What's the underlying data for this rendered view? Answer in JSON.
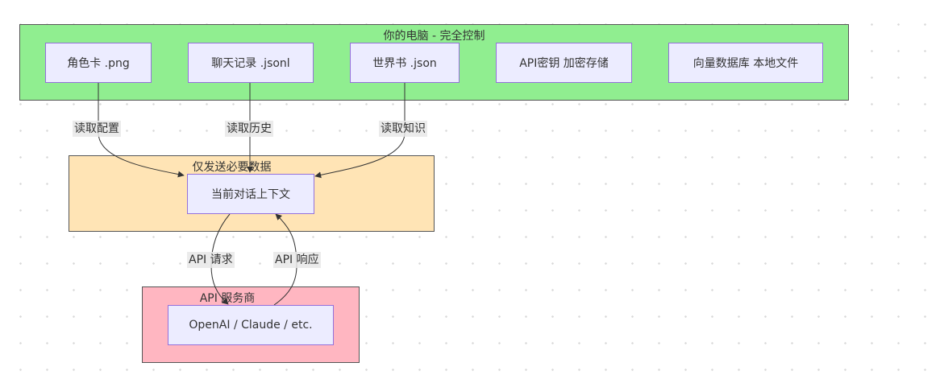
{
  "groups": {
    "computer": {
      "title": "你的电脑 - 完全控制",
      "color": "#90ee90"
    },
    "context": {
      "title": "仅发送必要数据",
      "color": "#ffe4b5"
    },
    "provider": {
      "title": "API 服务商",
      "color": "#ffb6c1"
    }
  },
  "nodes": {
    "character_card": "角色卡 .png",
    "chat_log": "聊天记录 .jsonl",
    "world_book": "世界书 .json",
    "api_key": "API密钥 加密存储",
    "vector_db": "向量数据库 本地文件",
    "current_context": "当前对话上下文",
    "llm_provider": "OpenAI / Claude / etc."
  },
  "edges": {
    "read_config": "读取配置",
    "read_history": "读取历史",
    "read_knowledge": "读取知识",
    "api_request": "API 请求",
    "api_response": "API 响应"
  },
  "colors": {
    "node_fill": "#ececff",
    "node_border": "#9370db",
    "edge": "#333333"
  }
}
